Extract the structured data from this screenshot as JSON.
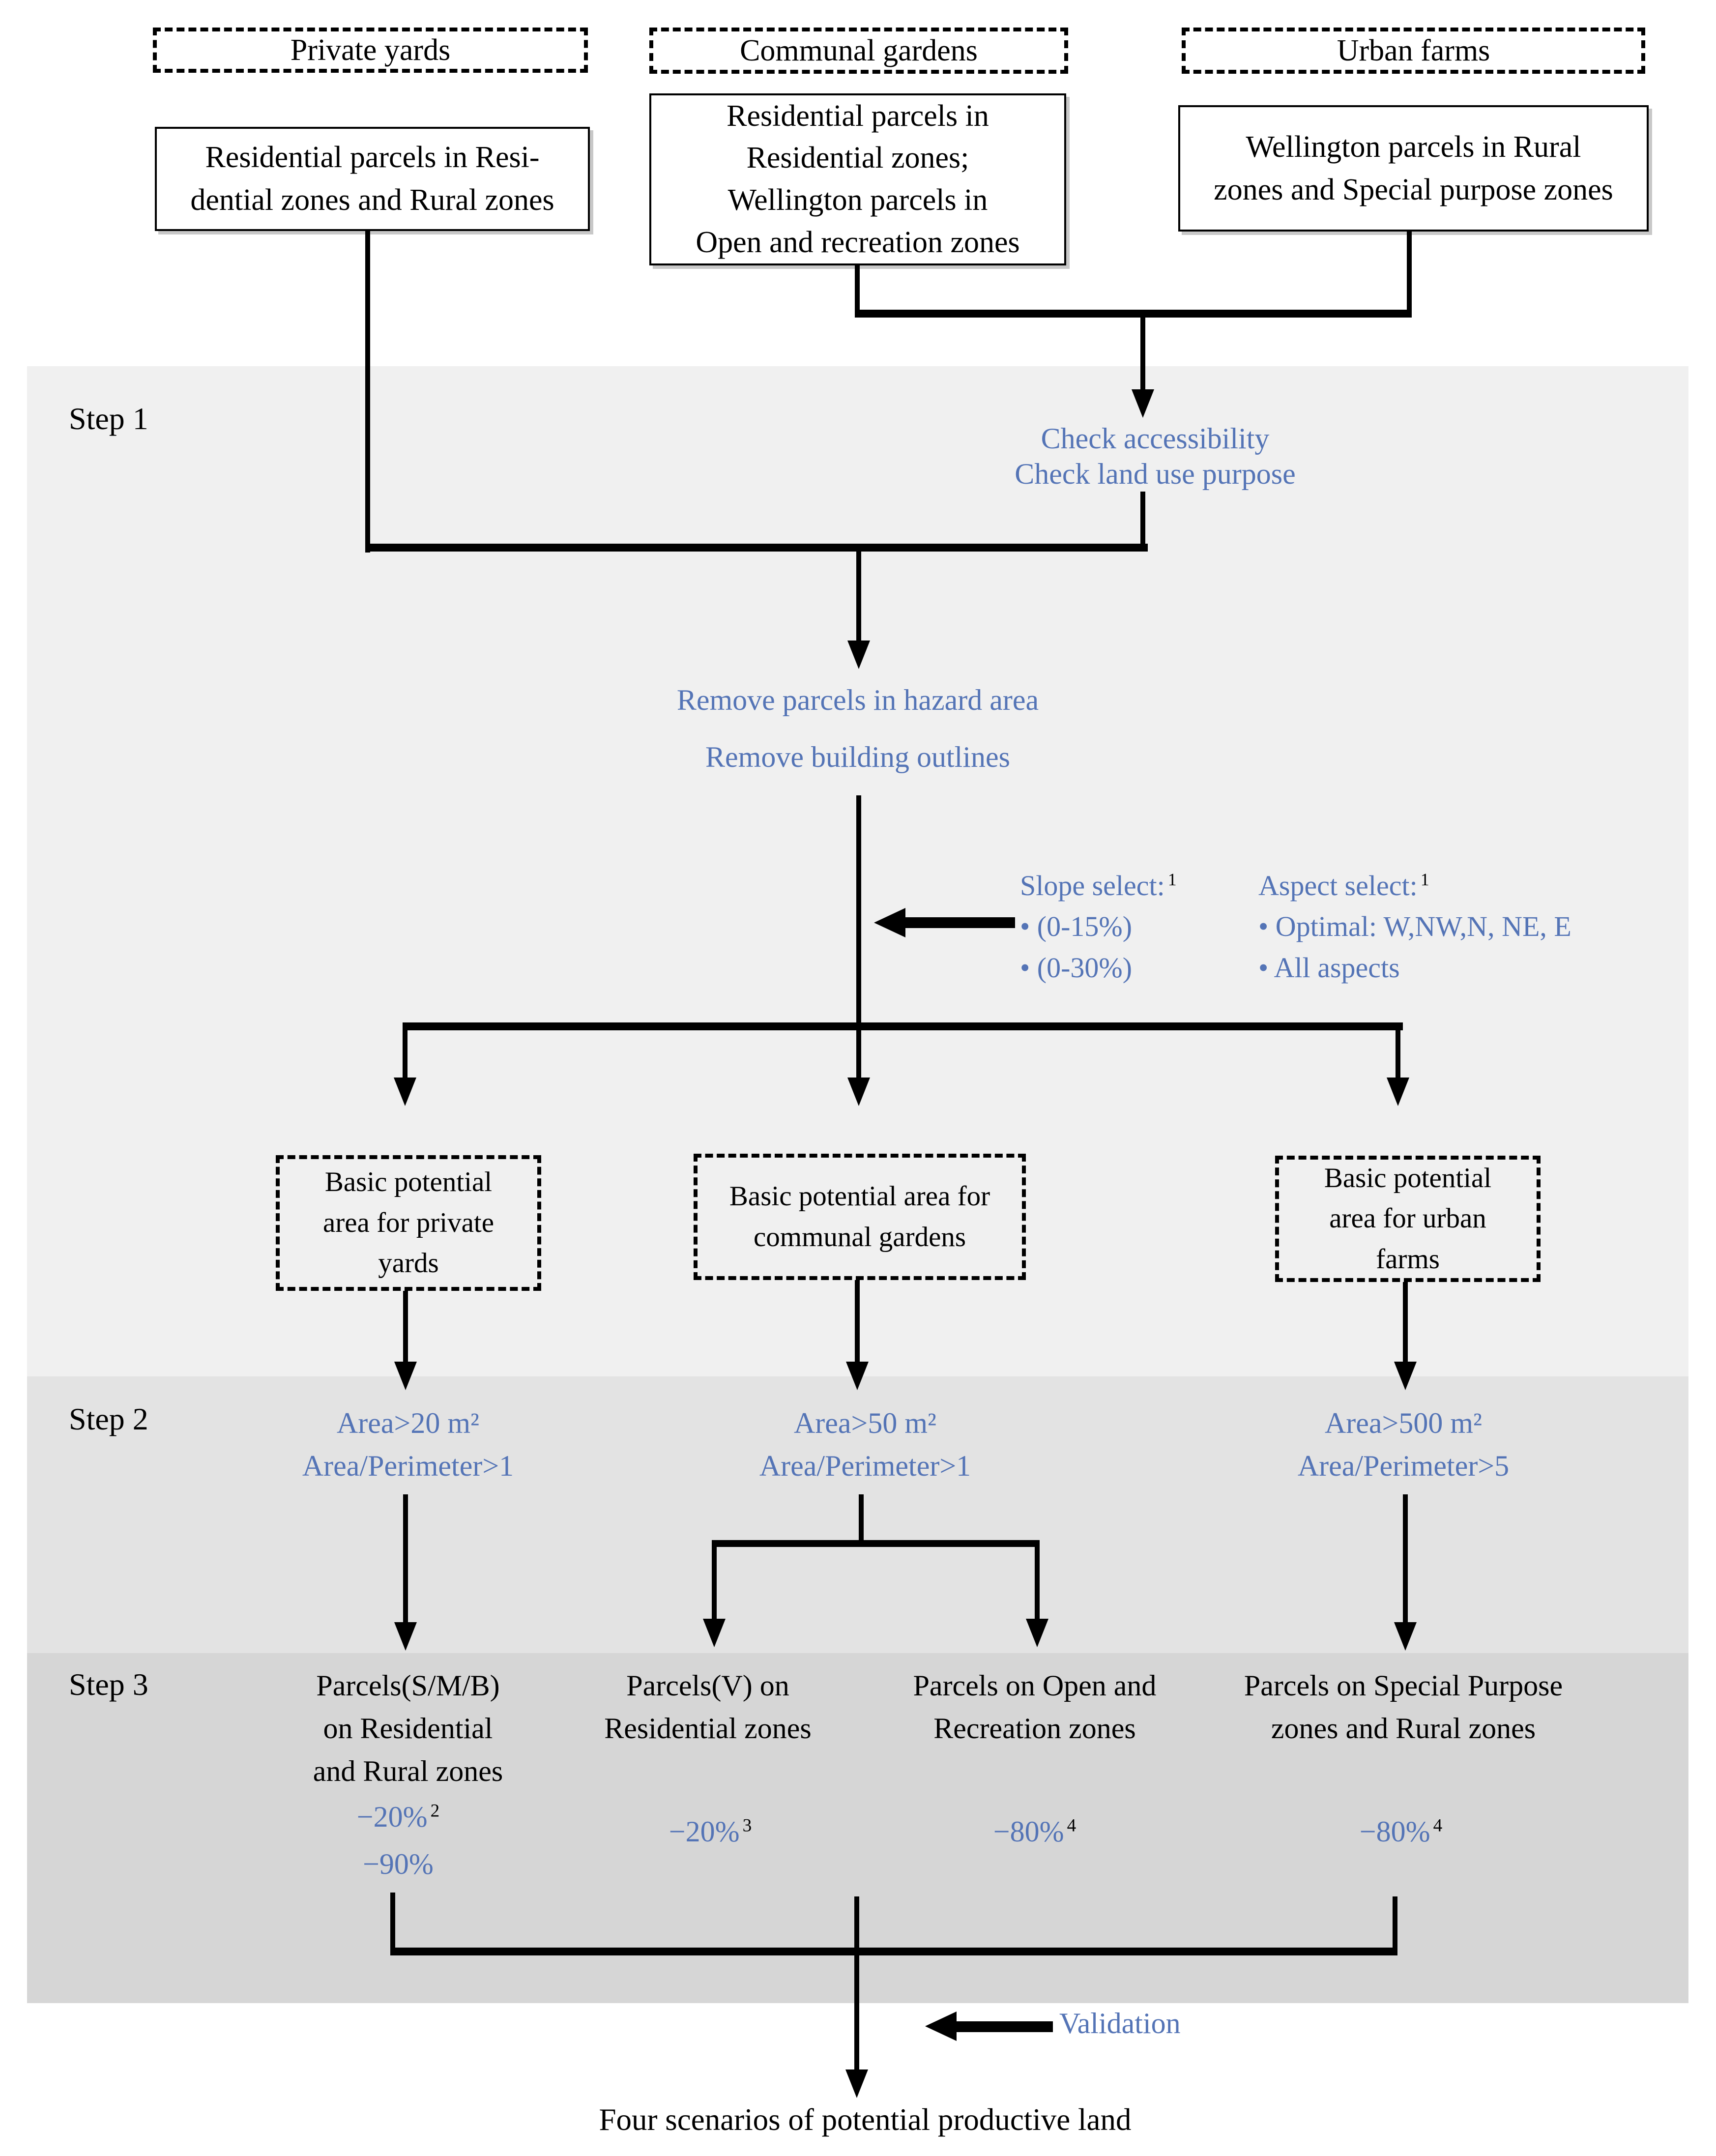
{
  "colors": {
    "accent_blue": "#5474b6",
    "step1_band": "#f0f0f0",
    "step2_band": "#e3e3e3",
    "step3_band": "#d6d6d6"
  },
  "step_labels": [
    "Step 1",
    "Step 2",
    "Step 3"
  ],
  "top_categories": [
    {
      "title": "Private yards",
      "source": "Residential parcels in Resi-\ndential zones and Rural zones"
    },
    {
      "title": "Communal gardens",
      "source": "Residential parcels in\nResidential zones;\nWellington parcels in\nOpen and recreation zones"
    },
    {
      "title": "Urban farms",
      "source": "Wellington parcels in Rural\nzones and Special purpose zones"
    }
  ],
  "step1": {
    "check": "Check accessibility\nCheck land use purpose",
    "remove_line1": "Remove parcels in hazard area",
    "remove_line2": "Remove building outlines",
    "slope_select": {
      "label": "Slope select:",
      "sup": "1",
      "options": [
        "• (0-15%)",
        "• (0-30%)"
      ]
    },
    "aspect_select": {
      "label": "Aspect select:",
      "sup": "1",
      "options": [
        "• Optimal: W,NW,N, NE, E",
        "• All aspects"
      ]
    },
    "basic_areas": [
      "Basic potential\narea for private\nyards",
      "Basic potential area for\ncommunal gardens",
      "Basic potential\narea for urban\nfarms"
    ]
  },
  "step2": {
    "criteria": [
      "Area>20 m²\nArea/Perimeter>1",
      "Area>50 m²\nArea/Perimeter>1",
      "Area>500 m²\nArea/Perimeter>5"
    ]
  },
  "step3": {
    "scenarios": [
      "Parcels(S/M/B)\non Residential\nand Rural zones",
      "Parcels(V) on\nResidential zones",
      "Parcels on Open and\nRecreation zones",
      "Parcels on Special Purpose\nzones and Rural zones"
    ],
    "reductions": [
      {
        "v1": "−20%",
        "s1": "2",
        "v2": "−90%"
      },
      {
        "v1": "−20%",
        "s1": "3"
      },
      {
        "v1": "−80%",
        "s1": "4"
      },
      {
        "v1": "−80%",
        "s1": "4"
      }
    ]
  },
  "validation_label": "Validation",
  "result": "Four scenarios of potential productive land"
}
